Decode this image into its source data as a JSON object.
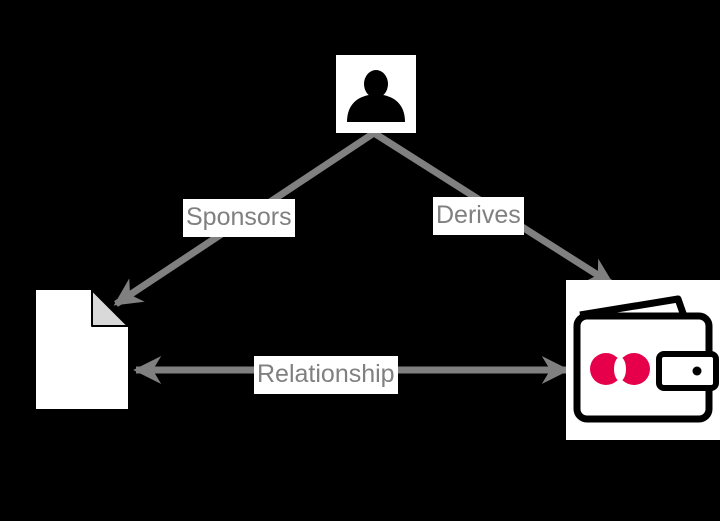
{
  "nodes": {
    "user": {
      "icon": "person-icon"
    },
    "document": {
      "icon": "document-icon"
    },
    "wallet": {
      "icon": "wallet-icon",
      "logo_color": "#e6004c"
    }
  },
  "edges": {
    "sponsors": {
      "label": "Sponsors",
      "from": "user",
      "to": "document",
      "direction": "forward"
    },
    "derives": {
      "label": "Derives",
      "from": "user",
      "to": "wallet",
      "direction": "forward"
    },
    "relationship": {
      "label": "Relationship",
      "from": "document",
      "to": "wallet",
      "direction": "both"
    }
  },
  "colors": {
    "background": "#000000",
    "arrow": "#808080",
    "label_text": "#808080",
    "label_background": "#ffffff",
    "node_fill": "#ffffff"
  }
}
